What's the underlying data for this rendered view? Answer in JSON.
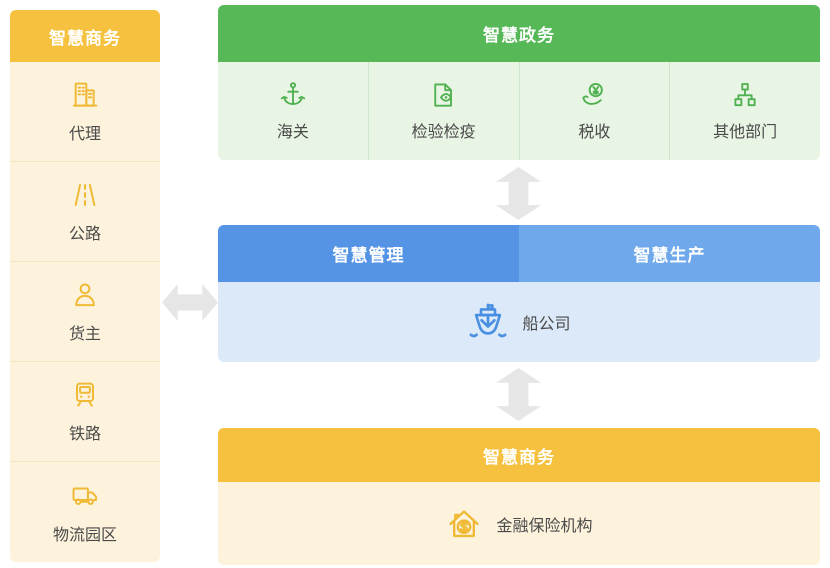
{
  "colors": {
    "yellow_header": "#f5c13e",
    "yellow_body": "#fdf3dd",
    "yellow_icon": "#f0ba37",
    "green_header": "#57b857",
    "green_body": "#e8f4e4",
    "green_icon": "#50b150",
    "blue_header_left": "#5594e5",
    "blue_header_right": "#6fa9ec",
    "blue_body": "#dbe9f8",
    "blue_icon": "#4a90e2",
    "arrow": "#e6e6e6",
    "label_text": "#4a4a4a"
  },
  "sidebar": {
    "title": "智慧商务",
    "items": [
      {
        "label": "代理",
        "icon": "building"
      },
      {
        "label": "公路",
        "icon": "road"
      },
      {
        "label": "货主",
        "icon": "person"
      },
      {
        "label": "铁路",
        "icon": "train"
      },
      {
        "label": "物流园区",
        "icon": "truck"
      }
    ]
  },
  "government": {
    "title": "智慧政务",
    "items": [
      {
        "label": "海关",
        "icon": "anchor"
      },
      {
        "label": "检验检疫",
        "icon": "doc-eye"
      },
      {
        "label": "税收",
        "icon": "coin-hand"
      },
      {
        "label": "其他部门",
        "icon": "sitemap"
      }
    ]
  },
  "middle": {
    "left_title": "智慧管理",
    "right_title": "智慧生产",
    "entity": {
      "label": "船公司",
      "icon": "ship"
    }
  },
  "business": {
    "title": "智慧商务",
    "entity": {
      "label": "金融保险机构",
      "icon": "house-dollar"
    }
  }
}
